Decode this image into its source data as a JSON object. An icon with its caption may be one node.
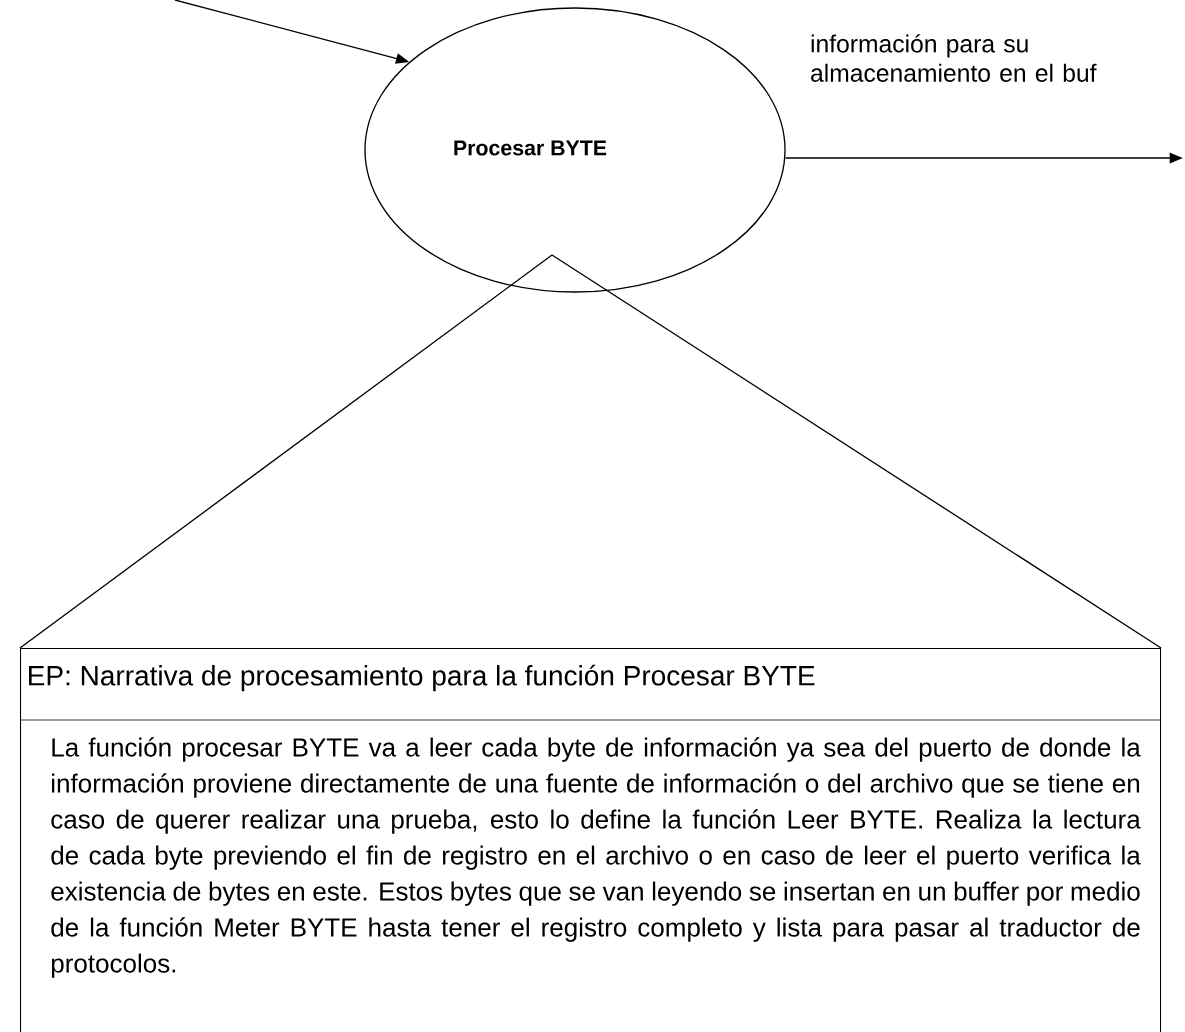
{
  "diagram": {
    "nodes": [
      {
        "text": [
          "Procesar BYTE"
        ]
      },
      {
        "text": [
          "EP: Narrativa de procesamiento para la función Procesar BYTE",
          "La función procesar BYTE va a leer cada byte de información ya sea del puerto de donde la información proviene directamente de una fuente de información o del archivo que se tiene en caso de querer realizar una prueba, esto lo define la función Leer BYTE. Realiza la lectura de cada byte previendo el fin de registro en el archivo o en caso de leer el puerto verifica la existencia de bytes en este. Estos bytes que se van leyendo se insertan en un buffer por medio de la función Meter BYTE hasta tener el registro completo y lista para pasar al traductor de protocolos."
        ]
      }
    ],
    "edges": [
      {
        "from": null,
        "to": 0,
        "arrow": "to"
      },
      {
        "from": 0,
        "to": null,
        "arrow": "to",
        "label": "información para su almacenamiento en el buf"
      },
      {
        "from": 0,
        "to": 1,
        "arrow": "none"
      },
      {
        "from": 0,
        "to": 1,
        "arrow": "none"
      }
    ]
  }
}
